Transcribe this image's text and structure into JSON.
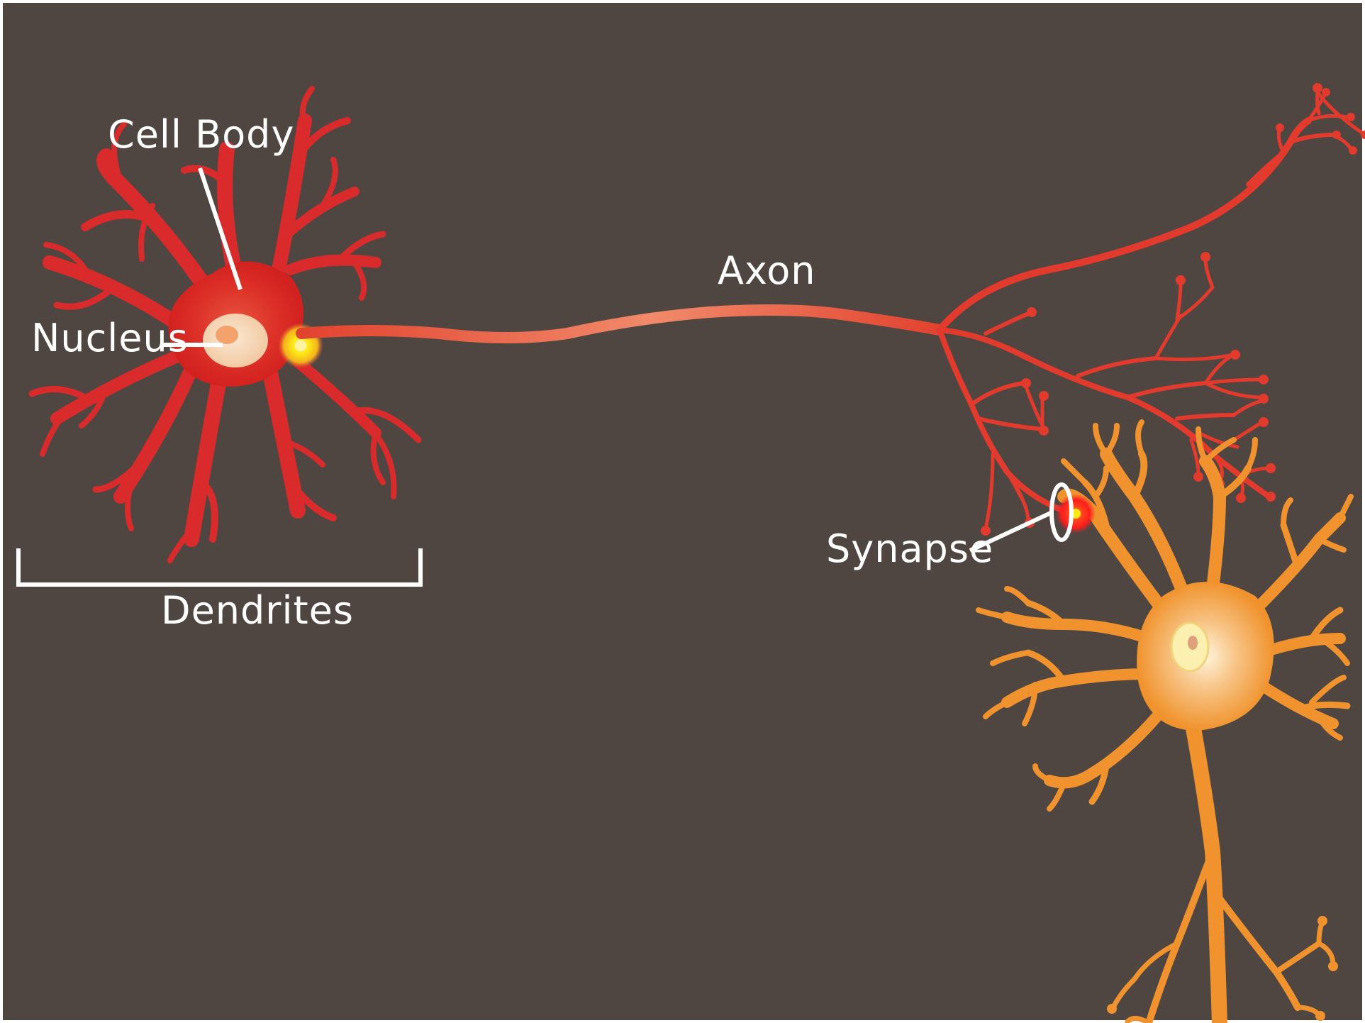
{
  "labels": {
    "cell_body": "Cell Body",
    "nucleus": "Nucleus",
    "axon": "Axon",
    "synapse": "Synapse",
    "dendrites": "Dendrites"
  },
  "colors": {
    "background": "#4f4641",
    "frame": "#ffffff",
    "neuron_primary": "#d92b2b",
    "neuron_primary_light": "#e8553e",
    "axon_highlight": "#f08a6a",
    "neuron_secondary": "#f0932e",
    "nucleus": "#f3d3b3",
    "signal": "#ffe817",
    "synapse_glow": "#ff1d1d",
    "leader_line": "#ffffff"
  }
}
